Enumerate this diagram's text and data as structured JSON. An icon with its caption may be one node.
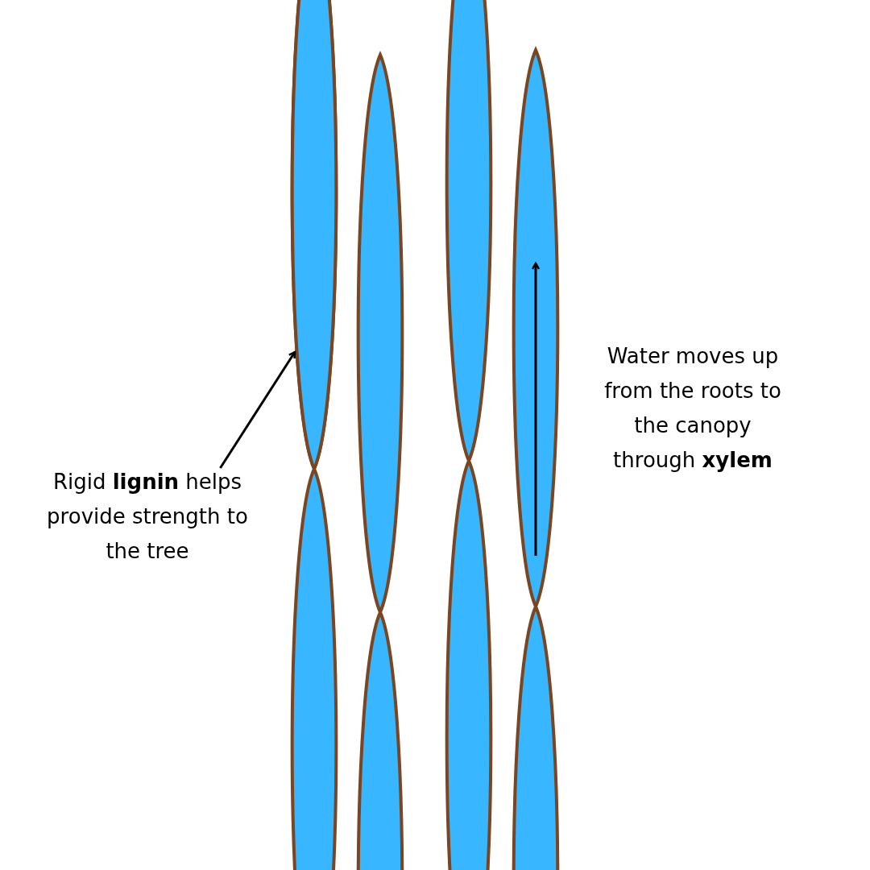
{
  "diagram": {
    "nodes": [
      {
        "text": [
          "Rigid **lignin** helps provide strength to the tree"
        ]
      },
      {
        "text": [],
        "shape": "ellipse"
      }
    ],
    "edges": [
      {
        "from": 0,
        "to": 1,
        "arrow": "to"
      }
    ],
    "labels": [
      "Water moves up from the roots to the canopy through **xylem**"
    ]
  }
}
